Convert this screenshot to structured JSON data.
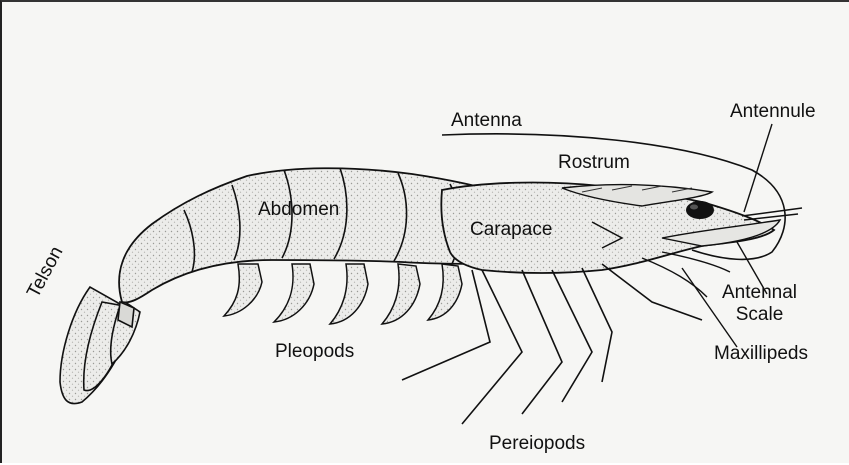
{
  "labels": {
    "telson": "Telson",
    "antenna": "Antenna",
    "antennule": "Antennule",
    "rostrum": "Rostrum",
    "abdomen": "Abdomen",
    "carapace": "Carapace",
    "antennal_scale_line1": "Antennal",
    "antennal_scale_line2": "Scale",
    "pleopods": "Pleopods",
    "maxillipeds": "Maxillipeds",
    "pereiopods": "Pereiopods"
  },
  "colors": {
    "ink": "#111111",
    "body_fill": "#e9e9e6",
    "background": "#f6f6f4"
  }
}
